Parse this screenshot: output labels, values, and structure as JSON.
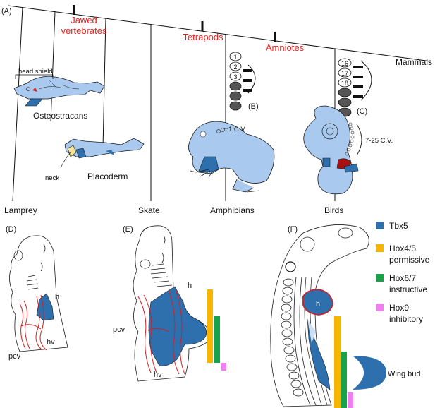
{
  "panel_labels": {
    "A": "(A)",
    "B": "(B)",
    "C": "(C)",
    "D": "(D)",
    "E": "(E)",
    "F": "(F)"
  },
  "tree": {
    "nodes": [
      {
        "id": "jawed",
        "label_line1": "Jawed",
        "label_line2": "vertebrates",
        "color": "#e8201c"
      },
      {
        "id": "tetrapods",
        "label": "Tetrapods",
        "color": "#e8201c"
      },
      {
        "id": "amniotes",
        "label": "Amniotes",
        "color": "#e8201c"
      },
      {
        "id": "mammals",
        "label": "Mammals",
        "color": "#111111"
      }
    ],
    "taxa": [
      "Lamprey",
      "Osteostracans",
      "Placoderm",
      "Skate",
      "Amphibians",
      "Birds"
    ],
    "annotations": {
      "head_shield": "head shield",
      "neck": "neck",
      "amphibian_cv": "1 C.V.",
      "bird_cv": "7-25 C.V."
    }
  },
  "vertebrae_B": [
    "1",
    "2",
    "3"
  ],
  "vertebrae_C": [
    "16",
    "17",
    "18"
  ],
  "panel_labels_dev": {
    "h": "h",
    "hv": "hv",
    "pcv": "pcv",
    "wing_bud": "Wing bud"
  },
  "legend": [
    {
      "line1": "Tbx5",
      "line2": "",
      "color": "#2e6fad"
    },
    {
      "line1": "Hox4/5",
      "line2": "permissive",
      "color": "#f7b500"
    },
    {
      "line1": "Hox6/7",
      "line2": "instructive",
      "color": "#16a34a"
    },
    {
      "line1": "Hox9",
      "line2": "inhibitory",
      "color": "#f07ff0"
    }
  ],
  "colors": {
    "body_blue": "#a9c9ee",
    "tbx5_blue": "#2e6fad",
    "red_vessel": "#d32020",
    "outline": "#1a1a1a"
  }
}
